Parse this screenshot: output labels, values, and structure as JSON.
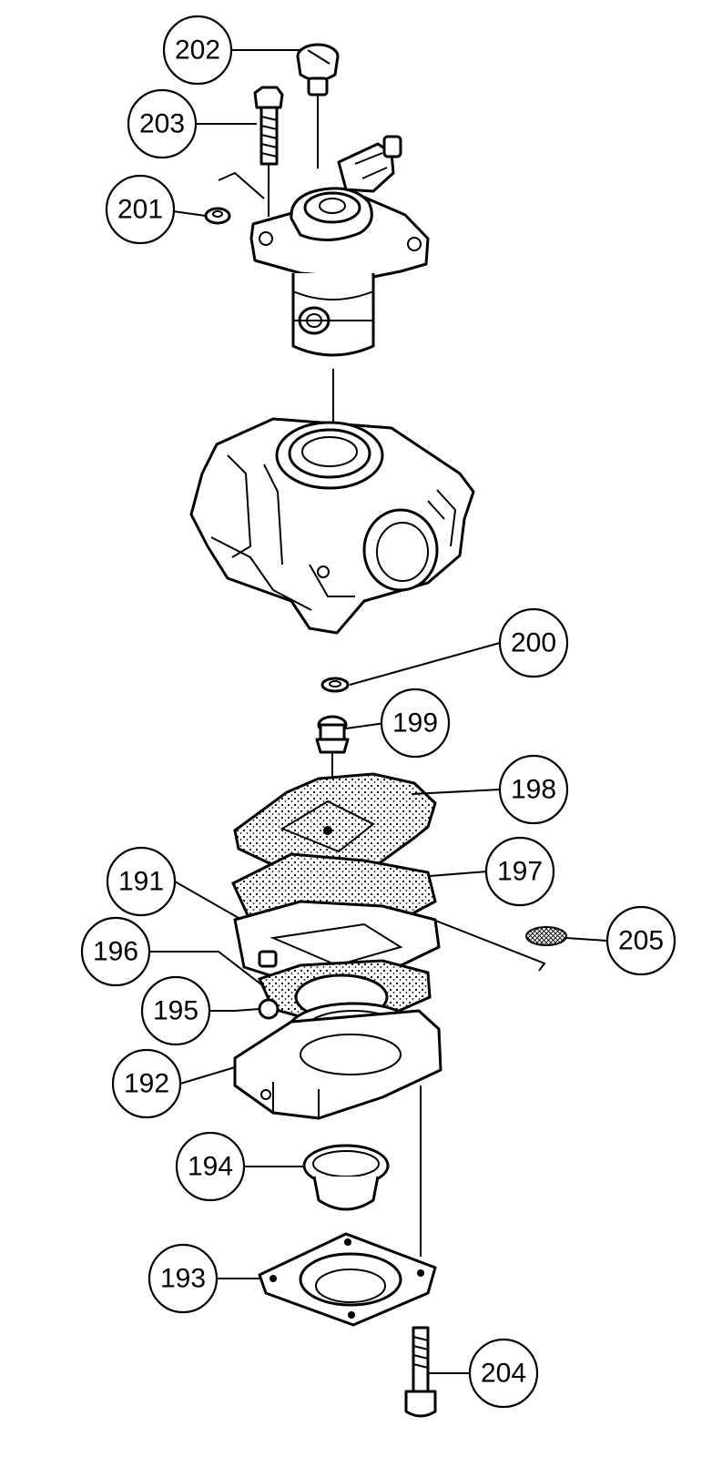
{
  "callouts": {
    "c202": "202",
    "c203": "203",
    "c201": "201",
    "c200": "200",
    "c199": "199",
    "c198": "198",
    "c197": "197",
    "c191": "191",
    "c205": "205",
    "c196": "196",
    "c195": "195",
    "c192": "192",
    "c194": "194",
    "c193": "193",
    "c204": "204"
  }
}
